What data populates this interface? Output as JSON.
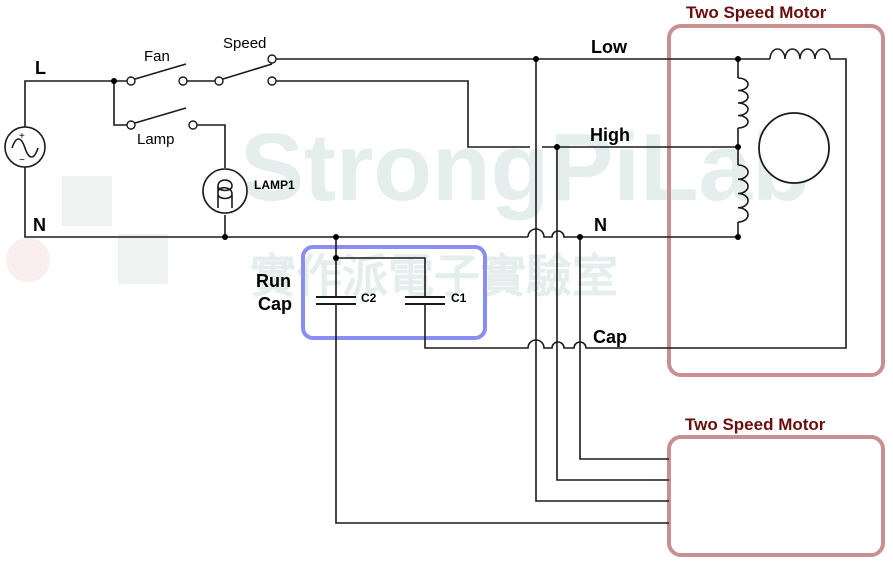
{
  "labels": {
    "line": "L",
    "neutral_left": "N",
    "neutral_right": "N",
    "fan": "Fan",
    "speed": "Speed",
    "lamp": "Lamp",
    "lamp1": "LAMP1",
    "low": "Low",
    "high": "High",
    "cap": "Cap",
    "run": "Run",
    "run_cap": "Cap",
    "c1": "C1",
    "c2": "C2",
    "ac_plus": "+",
    "ac_minus": "−"
  },
  "motor_top": {
    "title": "Two Speed Motor"
  },
  "motor_bottom": {
    "title": "Two Speed Motor"
  },
  "watermark": {
    "text": "StrongPiLab",
    "sub": "實作派電子實驗室"
  },
  "colors": {
    "motor_frame": "#c89090",
    "motor_title": "#6b0d0d",
    "cap_highlight": "#8a8ef0",
    "watermark": "#e4eeec"
  }
}
